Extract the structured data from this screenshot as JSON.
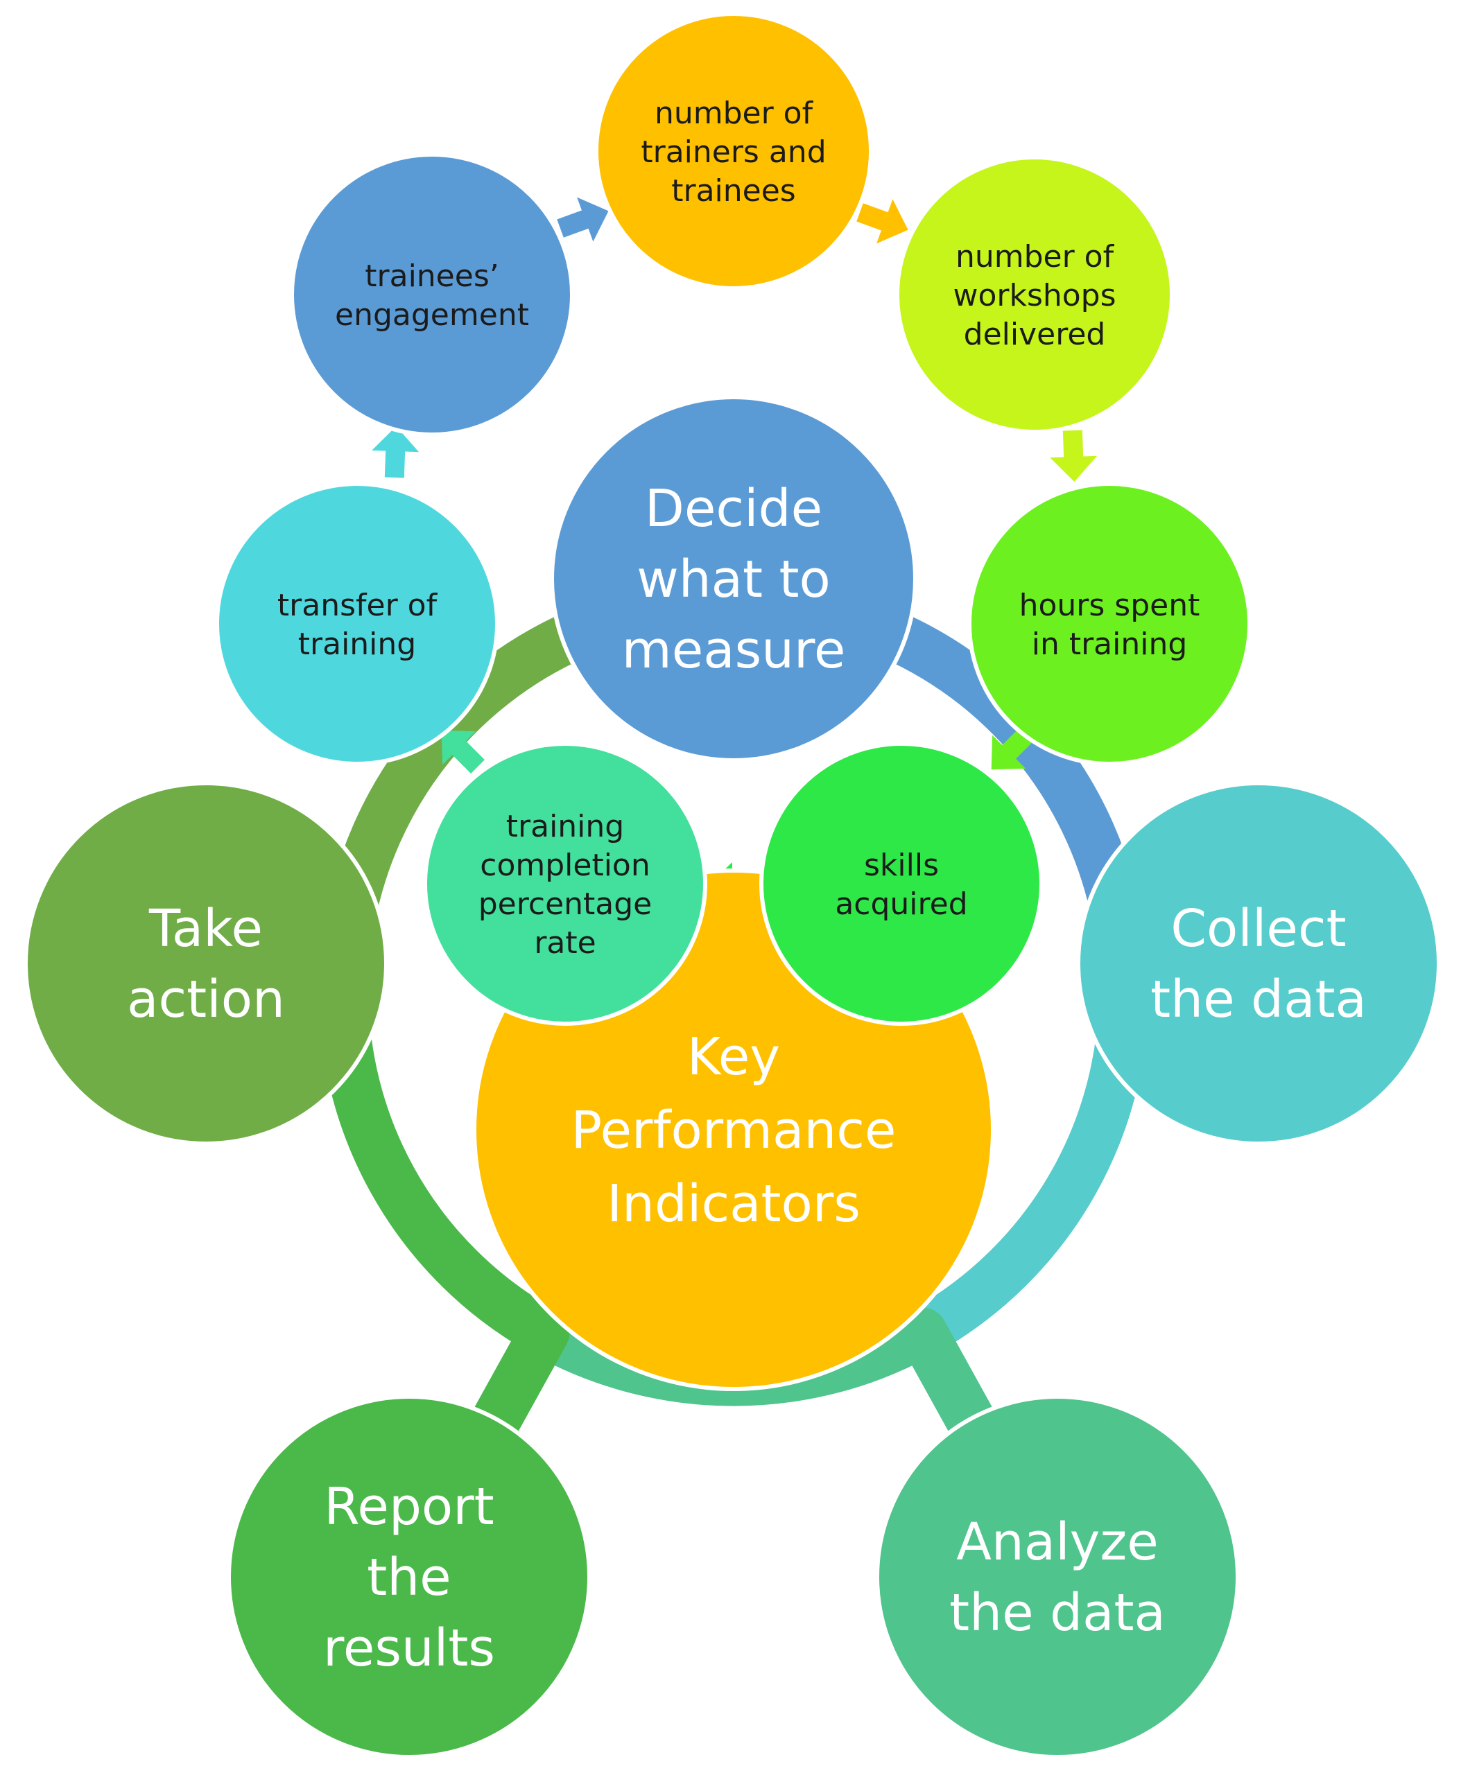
{
  "cycle": {
    "ring_colors": {
      "decide_to_collect": "#5B9BD5",
      "collect_to_analyze": "#56CCCC",
      "analyze_to_report": "#4FC48C",
      "report_to_action": "#4BB84A",
      "action_to_decide": "#70AD47"
    },
    "stages": [
      {
        "id": "decide",
        "lines": [
          "Decide",
          "what to",
          "measure"
        ],
        "color": "#5B9BD5"
      },
      {
        "id": "collect",
        "lines": [
          "Collect",
          "the data"
        ],
        "color": "#56CCCC"
      },
      {
        "id": "analyze",
        "lines": [
          "Analyze",
          "the data"
        ],
        "color": "#4FC48C"
      },
      {
        "id": "report",
        "lines": [
          "Report",
          "the",
          "results"
        ],
        "color": "#4BB84A"
      },
      {
        "id": "action",
        "lines": [
          "Take",
          "action"
        ],
        "color": "#70AD47"
      }
    ]
  },
  "center": {
    "lines": [
      "Key",
      "Performance",
      "Indicators"
    ],
    "color": "#FFC000"
  },
  "kpis": [
    {
      "id": "trainers",
      "lines": [
        "number of",
        "trainers and",
        "trainees"
      ],
      "color": "#FFC000",
      "arrow_color": "#FFC000"
    },
    {
      "id": "workshops",
      "lines": [
        "number of",
        "workshops",
        "delivered"
      ],
      "color": "#C5F51A",
      "arrow_color": "#C5F51A"
    },
    {
      "id": "hours",
      "lines": [
        "hours spent",
        "in training"
      ],
      "color": "#6CF020",
      "arrow_color": "#6CF020"
    },
    {
      "id": "skills",
      "lines": [
        "skills",
        "acquired"
      ],
      "color": "#2EE848",
      "arrow_color": "#2EE848"
    },
    {
      "id": "completion",
      "lines": [
        "training",
        "completion",
        "percentage",
        "rate"
      ],
      "color": "#42E09C",
      "arrow_color": "#42E09C"
    },
    {
      "id": "transfer",
      "lines": [
        "transfer of",
        "training"
      ],
      "color": "#4ED8DE",
      "arrow_color": "#4ED8DE"
    },
    {
      "id": "engagement",
      "lines": [
        "trainees’",
        "engagement"
      ],
      "color": "#5B9BD5",
      "arrow_color": "#5B9BD5"
    }
  ]
}
